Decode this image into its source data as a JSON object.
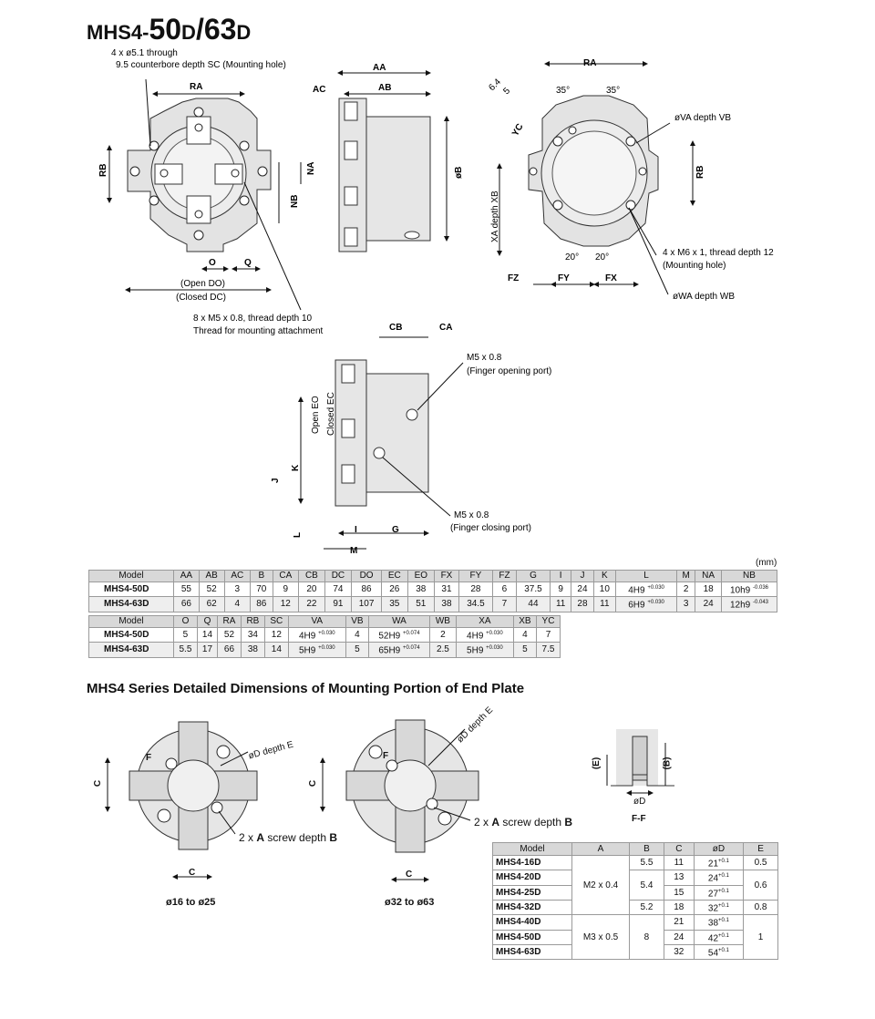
{
  "title": {
    "prefix": "MHS4-",
    "num1": "50",
    "suffix1": "D",
    "slash": "/",
    "num2": "63",
    "suffix2": "D"
  },
  "front_view": {
    "callout_hole_1": "4 x ø5.1 through",
    "callout_hole_2": "9.5 counterbore depth SC (Mounting hole)",
    "ra": "RA",
    "rb": "RB",
    "na": "NA",
    "nb": "NB",
    "o": "O",
    "q": "Q",
    "open_do": "(Open DO)",
    "closed_dc": "(Closed DC)",
    "thread_1": "8 x M5 x 0.8, thread depth 10",
    "thread_2": "Thread for mounting attachment"
  },
  "side_view": {
    "aa": "AA",
    "ac": "AC",
    "ab": "AB",
    "ob": "øB"
  },
  "rear_view": {
    "ra": "RA",
    "rb": "RB",
    "angle_35a": "35°",
    "angle_35b": "35°",
    "dim_64": "6.4",
    "dim_5": "5",
    "yc": "YC",
    "va": "øVA  depth VB",
    "xa": "XA  depth XB",
    "angle_20a": "20°",
    "angle_20b": "20°",
    "fz": "FZ",
    "fy": "FY",
    "fx": "FX",
    "mount_1": "4 x M6 x 1, thread depth 12",
    "mount_2": "(Mounting hole)",
    "wa": "øWA depth WB"
  },
  "port_view": {
    "cb": "CB",
    "ca": "CA",
    "open_port_1": "M5 x 0.8",
    "open_port_2": "(Finger opening port)",
    "close_port_1": "M5 x 0.8",
    "close_port_2": "(Finger closing port)",
    "open_eo": "Open EO",
    "closed_ec": "Closed EC",
    "j": "J",
    "k": "K",
    "l": "L",
    "i": "I",
    "g": "G",
    "m": "M"
  },
  "unit": "(mm)",
  "table1": {
    "headers": [
      "Model",
      "AA",
      "AB",
      "AC",
      "B",
      "CA",
      "CB",
      "DC",
      "DO",
      "EC",
      "EO",
      "FX",
      "FY",
      "FZ",
      "G",
      "I",
      "J",
      "K",
      "L",
      "M",
      "NA",
      "NB"
    ],
    "rows": [
      [
        "MHS4-50D",
        "55",
        "52",
        "3",
        "70",
        "9",
        "20",
        "74",
        "86",
        "26",
        "38",
        "31",
        "28",
        "6",
        "37.5",
        "9",
        "24",
        "10",
        "4H9",
        "2",
        "18",
        "10h9"
      ],
      [
        "MHS4-63D",
        "66",
        "62",
        "4",
        "86",
        "12",
        "22",
        "91",
        "107",
        "35",
        "51",
        "38",
        "34.5",
        "7",
        "44",
        "11",
        "28",
        "11",
        "6H9",
        "3",
        "24",
        "12h9"
      ]
    ],
    "tol_l": [
      "+0.030",
      "+0.030"
    ],
    "tol_l0": "0",
    "tol_nb": [
      "-0.036",
      "-0.043"
    ],
    "tol_nb0": "0"
  },
  "table2": {
    "headers": [
      "Model",
      "O",
      "Q",
      "RA",
      "RB",
      "SC",
      "VA",
      "VB",
      "WA",
      "WB",
      "XA",
      "XB",
      "YC"
    ],
    "rows": [
      [
        "MHS4-50D",
        "5",
        "14",
        "52",
        "34",
        "12",
        "4H9",
        "4",
        "52H9",
        "2",
        "4H9",
        "4",
        "7"
      ],
      [
        "MHS4-63D",
        "5.5",
        "17",
        "66",
        "38",
        "14",
        "5H9",
        "5",
        "65H9",
        "2.5",
        "5H9",
        "5",
        "7.5"
      ]
    ],
    "tol_va": "+0.030",
    "tol_wa": "+0.074",
    "tol_xa": "+0.030",
    "tol0": "0"
  },
  "section_title": "MHS4 Series Detailed Dimensions of Mounting Portion of End Plate",
  "end_plate": {
    "small_caption": "ø16 to ø25",
    "large_caption": "ø32 to ø63",
    "c": "C",
    "f": "F",
    "depth_e": "øD depth E",
    "screw_prefix": "2 x ",
    "screw_a": "A",
    "screw_mid": " screw depth ",
    "screw_b": "B",
    "section_label": "F-F",
    "e_paren": "(E)",
    "b_paren": "(B)",
    "od": "øD"
  },
  "table3": {
    "headers": [
      "Model",
      "A",
      "B",
      "C",
      "øD",
      "E"
    ],
    "models": [
      "MHS4-16D",
      "MHS4-20D",
      "MHS4-25D",
      "MHS4-32D",
      "MHS4-40D",
      "MHS4-50D",
      "MHS4-63D"
    ],
    "a_values": [
      "M2 x 0.4",
      "M3 x 0.5"
    ],
    "b_values": [
      "5.5",
      "5.4",
      "5.2",
      "8"
    ],
    "c_values": [
      "11",
      "13",
      "15",
      "18",
      "21",
      "24",
      "32"
    ],
    "d_values": [
      "21",
      "24",
      "27",
      "32",
      "38",
      "42",
      "54"
    ],
    "d_tol": "+0.1",
    "d_tol0": "0",
    "e_values": [
      "0.5",
      "0.6",
      "0.8",
      "1"
    ]
  }
}
